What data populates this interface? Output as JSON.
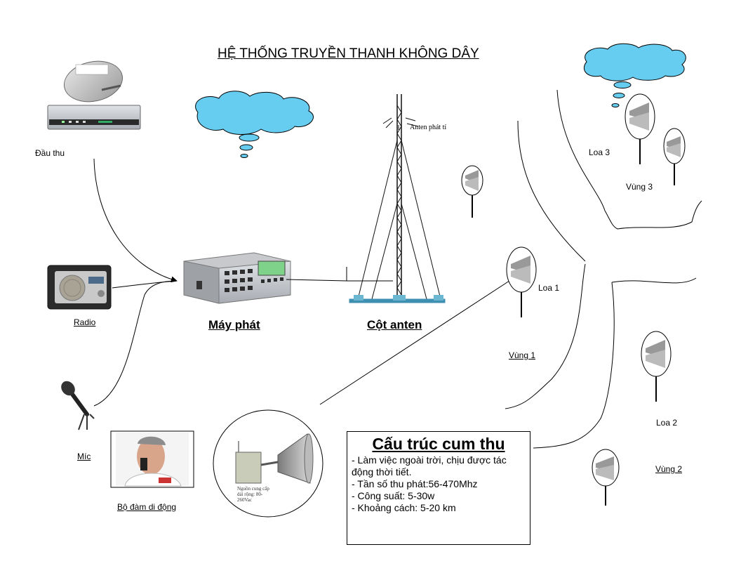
{
  "title": "HỆ THỐNG TRUYỀN THANH KHÔNG DÂY",
  "labels": {
    "receiver": "Đầu thu",
    "radio": "Radio",
    "mic": "Míc",
    "walkie_talkie": "Bộ đàm di  động",
    "transmitter": "Máy phát",
    "antenna_tower": "Cột anten",
    "antenna_tag": "Anten phát tí",
    "speaker_1": "Loa 1",
    "speaker_2": "Loa 2",
    "speaker_3": "Loa 3",
    "zone_1": "Vùng 1",
    "zone_2": "Vùng 2",
    "zone_3": "Vùng 3",
    "power_note": "Nguồn cung cấp dải rộng: 80-260Vac"
  },
  "receiver_cluster": {
    "title": "Cấu trúc cum thu",
    "lines": [
      "- Làm việc ngoài trời, chịu được tác động thời tiết.",
      "- Tần số thu phát:56-470Mhz",
      "- Công suất: 5-30w",
      "- Khoảng cách: 5-20 km"
    ]
  },
  "colors": {
    "cloud_fill": "#66ccf0",
    "cloud_stroke": "#000000",
    "device_gray": "#b9bcc0",
    "line": "#000000"
  }
}
